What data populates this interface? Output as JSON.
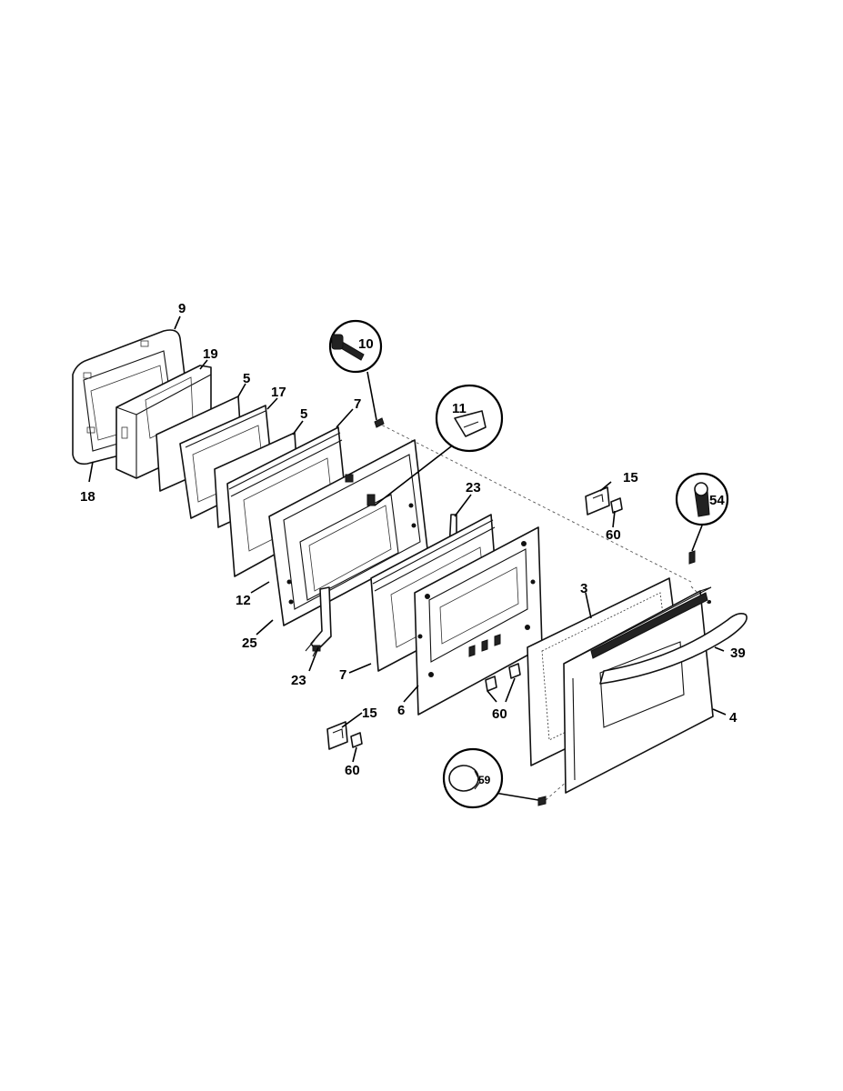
{
  "diagram": {
    "part_labels": [
      {
        "id": "p9",
        "text": "9"
      },
      {
        "id": "p19",
        "text": "19"
      },
      {
        "id": "p5a",
        "text": "5"
      },
      {
        "id": "p17",
        "text": "17"
      },
      {
        "id": "p5b",
        "text": "5"
      },
      {
        "id": "p7a",
        "text": "7"
      },
      {
        "id": "p10",
        "text": "10"
      },
      {
        "id": "p11",
        "text": "11"
      },
      {
        "id": "p18",
        "text": "18"
      },
      {
        "id": "p23a",
        "text": "23"
      },
      {
        "id": "p15a",
        "text": "15"
      },
      {
        "id": "p60a",
        "text": "60"
      },
      {
        "id": "p54",
        "text": "54"
      },
      {
        "id": "p12",
        "text": "12"
      },
      {
        "id": "p3",
        "text": "3"
      },
      {
        "id": "p25",
        "text": "25"
      },
      {
        "id": "p39",
        "text": "39"
      },
      {
        "id": "p23b",
        "text": "23"
      },
      {
        "id": "p7b",
        "text": "7"
      },
      {
        "id": "p60b",
        "text": "60"
      },
      {
        "id": "p4",
        "text": "4"
      },
      {
        "id": "p15b",
        "text": "15"
      },
      {
        "id": "p6",
        "text": "6"
      },
      {
        "id": "p60c",
        "text": "60"
      },
      {
        "id": "p59",
        "text": "59"
      }
    ]
  }
}
